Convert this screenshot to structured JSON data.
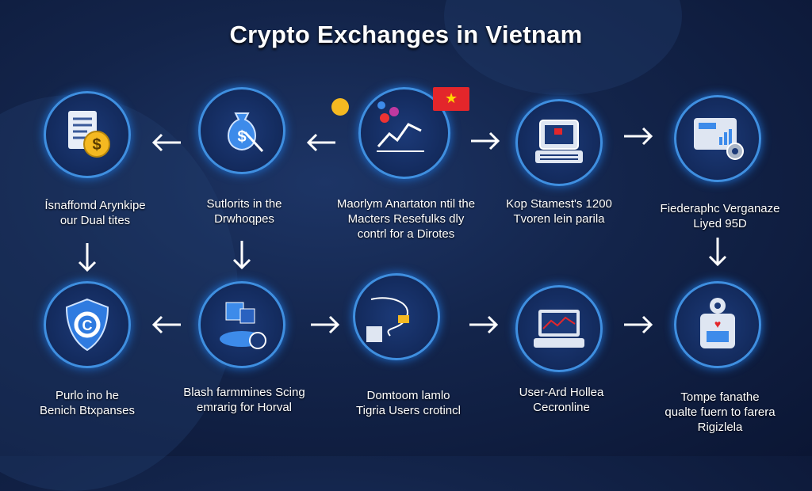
{
  "title": "Crypto Exchanges in Vietnam",
  "top_row": [
    {
      "icon": "document-coin-icon",
      "label": [
        "Ísnaffomd Arynkipe",
        "our Dual tites"
      ]
    },
    {
      "icon": "money-bag-icon",
      "label": [
        "Sutlorits in the",
        "Drwhoqpes"
      ]
    },
    {
      "icon": "chart-flag-icon",
      "label": [
        "Maorlym Anartaton ntil the",
        "Macters Resefulks dly",
        "contrl for a Dirotes"
      ]
    },
    {
      "icon": "computer-terminal-icon",
      "label": [
        "Kop Stamest's 1200",
        "Tvoren lein parila"
      ]
    },
    {
      "icon": "dashboard-gear-icon",
      "label": [
        "Fiederaphc Verganaze",
        "Liyed 95D"
      ]
    }
  ],
  "bottom_row": [
    {
      "icon": "shield-icon",
      "label": [
        "Purlo ino he",
        "Benich Btxpanses"
      ]
    },
    {
      "icon": "blockchain-cube-icon",
      "label": [
        "Blash farmmines Scing",
        "emrarig for Horval"
      ]
    },
    {
      "icon": "network-wallet-icon",
      "label": [
        "Domtoom lamlo",
        "Tigria Users crotincl"
      ]
    },
    {
      "icon": "laptop-chart-icon",
      "label": [
        "User-Ard Hollea",
        "Cecronline"
      ]
    },
    {
      "icon": "robot-icon",
      "label": [
        "Tompe fanathe",
        "qualte fuern to farera",
        "Rigizlela"
      ]
    }
  ],
  "colors": {
    "accent": "#3f8fe0",
    "background": "#13244a",
    "coin": "#f5b921",
    "flag": "#e3262b"
  }
}
